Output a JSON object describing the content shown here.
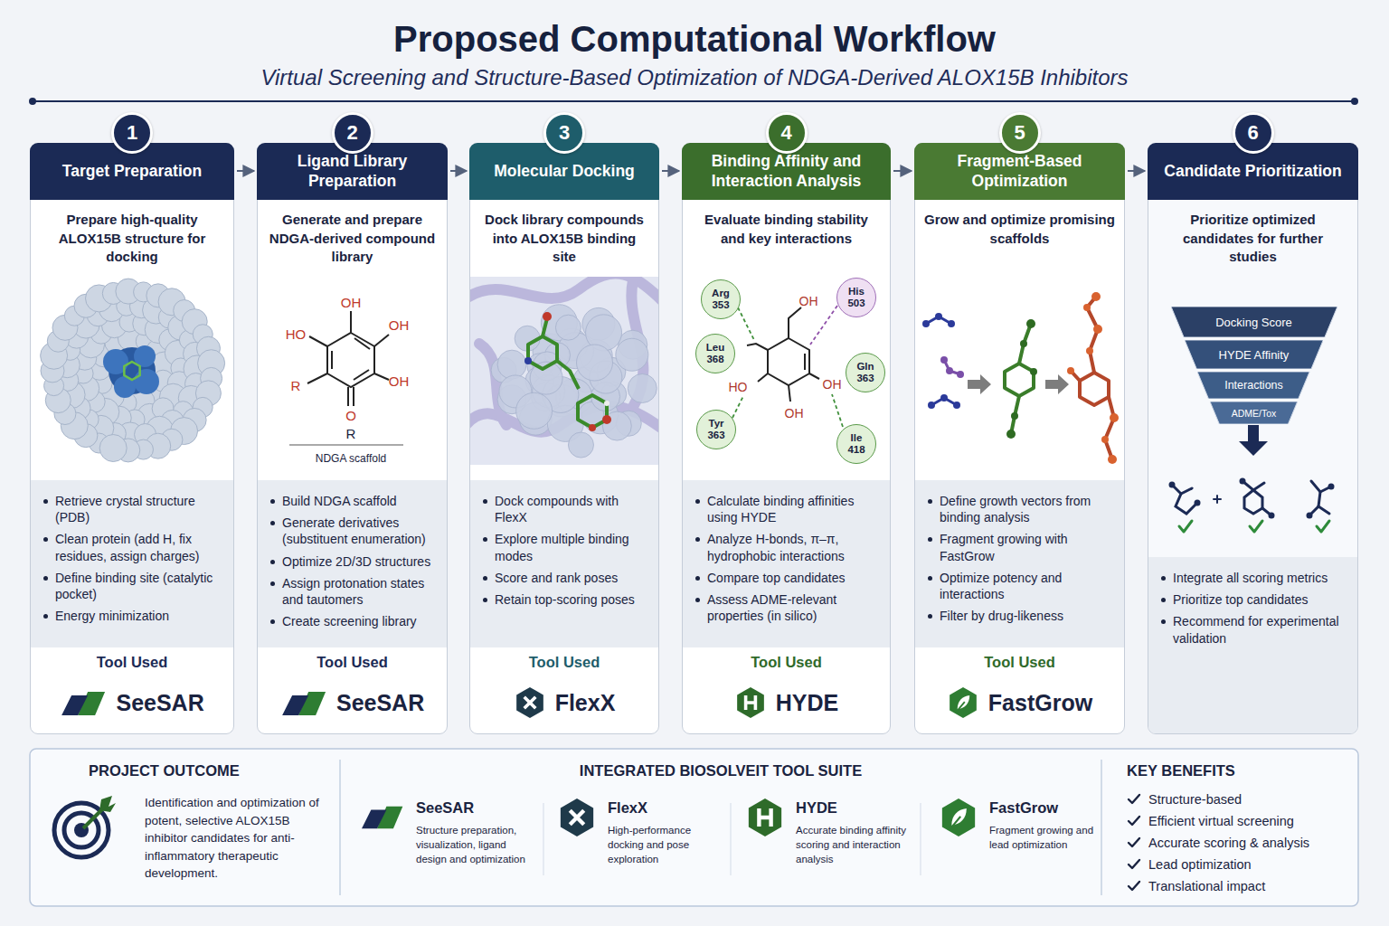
{
  "diagram": {
    "title": "Proposed Computational Workflow",
    "caption": "Virtual Screening and Structure-Based Optimization of NDGA-Derived ALOX15B Inhibitors",
    "nodes": [
      {
        "text": [
          "1"
        ]
      },
      {
        "text": [
          "Target Preparation",
          "Prepare high-quality ALOX15B structure for docking",
          "Retrieve crystal structure (PDB)",
          "Clean protein (add H, fix residues, assign charges)",
          "Define binding site (catalytic pocket)",
          "Energy minimization",
          "Tool Used",
          "SeeSAR"
        ]
      },
      {
        "text": [
          "2"
        ]
      },
      {
        "text": [
          "Ligand Library Preparation",
          "Generate and prepare NDGA-derived compound library",
          "Build NDGA scaffold",
          "Generate derivatives (substituent enumeration)",
          "Optimize 2D/3D structures",
          "Assign protonation states and tautomers",
          "Create screening library",
          "Tool Used",
          "SeeSAR"
        ]
      },
      {
        "text": [
          "3"
        ]
      },
      {
        "text": [
          "Molecular Docking",
          "Dock library compounds into ALOX15B binding site",
          "Dock compounds with FlexX",
          "Explore multiple binding modes",
          "Score and rank poses",
          "Retain top-scoring poses",
          "Tool Used",
          "FlexX"
        ]
      },
      {
        "text": [
          "4"
        ]
      },
      {
        "text": [
          "Binding Affinity and Interaction Analysis",
          "Evaluate binding stability and key interactions",
          "Calculate binding affinities using HYDE",
          "Analyze H-bonds, π–π, hydrophobic interactions",
          "Compare top candidates",
          "Assess ADME-relevant properties (in silico)",
          "Tool Used",
          "HYDE"
        ]
      },
      {
        "text": [
          "Arg 353"
        ],
        "in": 7
      },
      {
        "text": [
          "His 503"
        ],
        "in": 7
      },
      {
        "text": [
          "Leu 368"
        ],
        "in": 7
      },
      {
        "text": [
          "Gln 363"
        ],
        "in": 7
      },
      {
        "text": [
          "Tyr 363"
        ],
        "in": 7
      },
      {
        "text": [
          "Ile 418"
        ],
        "in": 7
      },
      {
        "text": [
          "5"
        ]
      },
      {
        "text": [
          "Fragment-Based Optimization",
          "Grow and optimize promising scaffolds",
          "Define growth vectors from binding analysis",
          "Fragment growing with FastGrow",
          "Optimize potency and interactions",
          "Filter by drug-likeness",
          "Tool Used",
          "FastGrow"
        ]
      },
      {
        "text": [
          "6"
        ]
      },
      {
        "text": [
          "Candidate Prioritization",
          "Prioritize optimized candidates for further studies",
          "Integrate all scoring metrics",
          "Prioritize top candidates",
          "Recommend for experimental validation"
        ]
      },
      {
        "text": [
          "Docking Score"
        ],
        "in": 17
      },
      {
        "text": [
          "HYDE Affinity"
        ],
        "in": 17
      },
      {
        "text": [
          "Interactions"
        ],
        "in": 17
      },
      {
        "text": [
          "ADME/Tox"
        ],
        "in": 17
      },
      {
        "text": [
          "PROJECT OUTCOME",
          "Identification and optimization of potent, selective ALOX15B inhibitor candidates for anti-inflammatory therapeutic development."
        ]
      },
      {
        "text": [
          "INTEGRATED BIOSOLVEIT TOOL SUITE"
        ]
      },
      {
        "text": [
          "SeeSAR",
          "Structure preparation, visualization, ligand design and optimization"
        ],
        "in": 23
      },
      {
        "text": [
          "FlexX",
          "High-performance docking and pose exploration"
        ],
        "in": 23
      },
      {
        "text": [
          "HYDE",
          "Accurate binding affinity scoring and interaction analysis"
        ],
        "in": 23
      },
      {
        "text": [
          "FastGrow",
          "Fragment growing and lead optimization"
        ],
        "in": 23
      },
      {
        "text": [
          "KEY BENEFITS",
          "Structure-based",
          "Efficient virtual screening",
          "Accurate scoring & analysis",
          "Lead optimization",
          "Translational impact"
        ]
      }
    ],
    "edges": [
      {
        "from": 1,
        "to": 3,
        "arrow": "to"
      },
      {
        "from": 3,
        "to": 5,
        "arrow": "to"
      },
      {
        "from": 5,
        "to": 7,
        "arrow": "to"
      },
      {
        "from": 7,
        "to": 15,
        "arrow": "to"
      },
      {
        "from": 15,
        "to": 17,
        "arrow": "to"
      }
    ],
    "labels": [
      "OH",
      "HO",
      "OH",
      "R",
      "OH",
      "O",
      "R",
      "NDGA scaffold",
      "OH",
      "HO",
      "OH",
      "OH"
    ]
  }
}
